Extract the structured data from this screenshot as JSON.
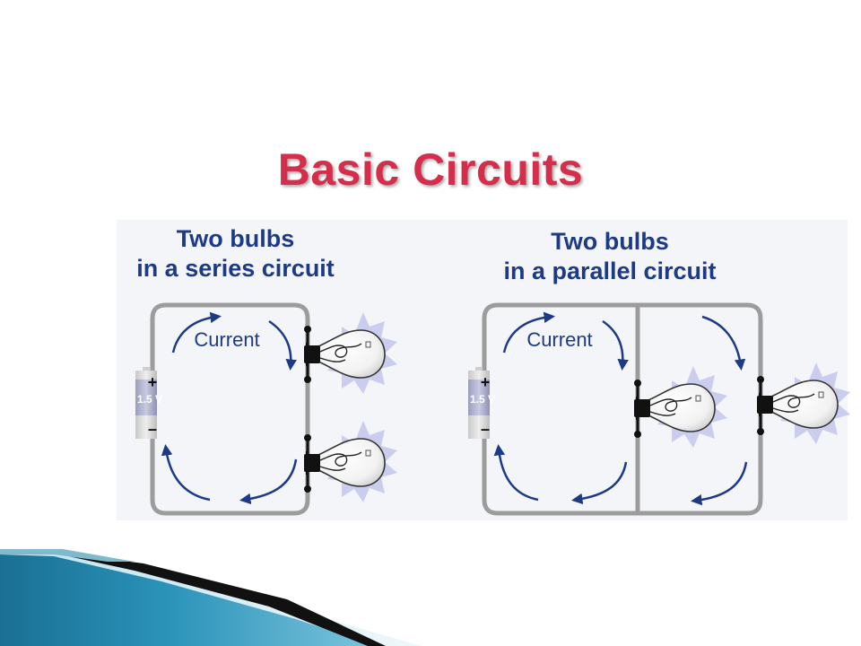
{
  "slide": {
    "title": "Basic Circuits"
  },
  "series_circuit": {
    "caption_line1": "Two bulbs",
    "caption_line2": "in a series circuit",
    "current_label": "Current",
    "battery_voltage": "1.5 V",
    "positive_terminal": "+",
    "negative_terminal": "–"
  },
  "parallel_circuit": {
    "caption_line1": "Two bulbs",
    "caption_line2": "in a parallel circuit",
    "current_label": "Current",
    "battery_voltage": "1.5 V",
    "positive_terminal": "+",
    "negative_terminal": "–"
  },
  "colors": {
    "title": "#d42e4c",
    "caption": "#1d3a86",
    "arrow": "#1d3a86",
    "wire": "#9c9c9c",
    "glow": "#c7c9ec",
    "swoosh_blue": "#2a93b8"
  }
}
